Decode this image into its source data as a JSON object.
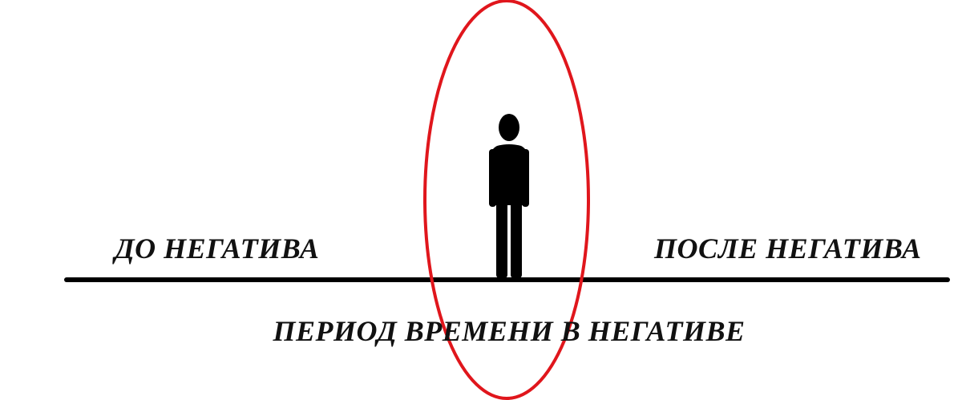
{
  "labels": {
    "before": "ДО НЕГАТИВА",
    "after": "ПОСЛЕ НЕГАТИВА",
    "period": "ПЕРИОД ВРЕМЕНИ В НЕГАТИВЕ"
  },
  "colors": {
    "line": "#000000",
    "ellipse": "#e0161c",
    "figure": "#000000",
    "text": "#111111",
    "background": "#ffffff"
  },
  "icons": {
    "figure": "person-silhouette-icon"
  }
}
